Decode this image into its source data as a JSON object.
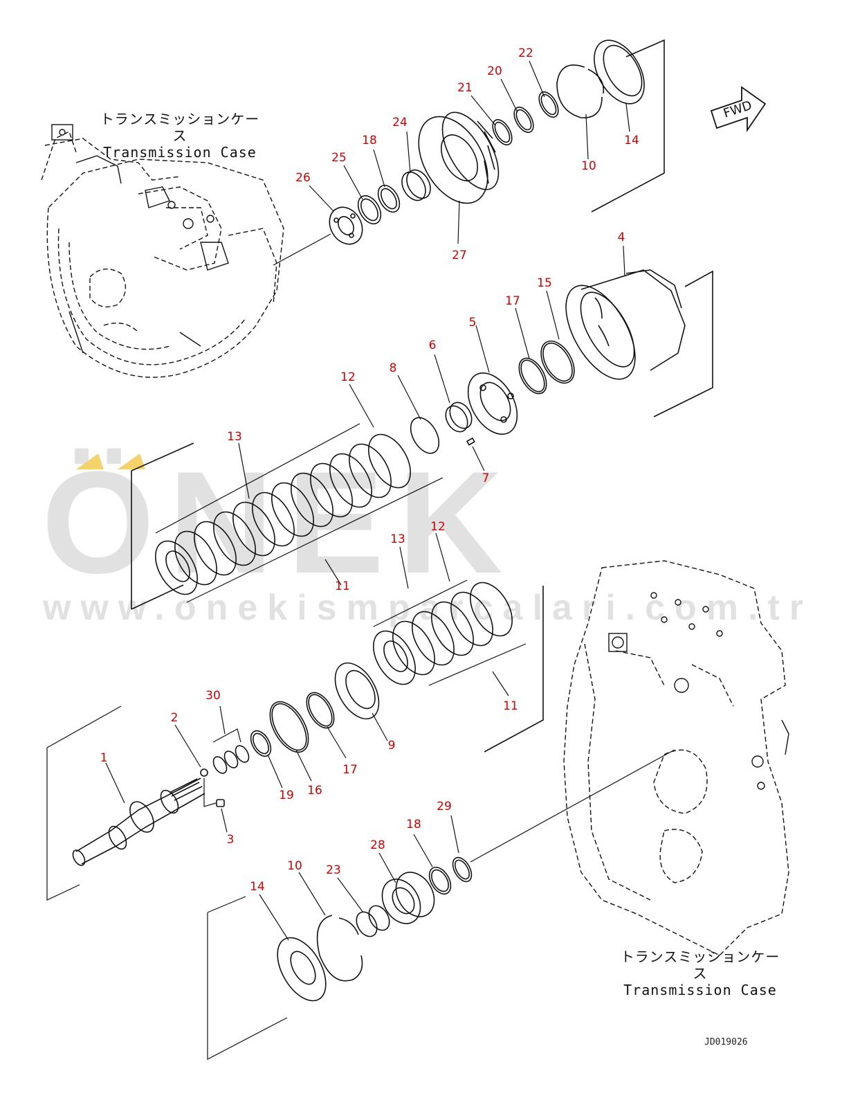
{
  "watermark": {
    "brand": "ÖNEK",
    "url": "www.onekismparcalari.com.tr",
    "accent_color": "#f5d36b"
  },
  "fwd_label": "FWD",
  "case_labels": [
    {
      "jp": "トランスミッションケース",
      "en": "Transmission Case"
    },
    {
      "jp": "トランスミッションケース",
      "en": "Transmission Case"
    }
  ],
  "doc_id": "JD019026",
  "callout_color": "#d40000",
  "callouts": [
    "22",
    "20",
    "21",
    "24",
    "18",
    "25",
    "26",
    "27",
    "14",
    "10",
    "4",
    "15",
    "17",
    "5",
    "6",
    "8",
    "12",
    "13",
    "7",
    "12",
    "13",
    "11",
    "11",
    "30",
    "2",
    "1",
    "19",
    "16",
    "17",
    "9",
    "3",
    "29",
    "18",
    "28",
    "10",
    "23",
    "14"
  ]
}
